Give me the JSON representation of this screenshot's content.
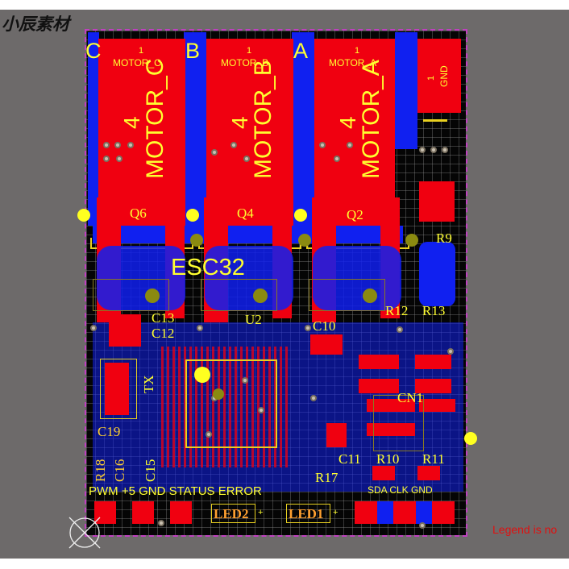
{
  "watermark": "小辰素材",
  "board": {
    "name": "ESC32",
    "phase_labels": [
      "C",
      "B",
      "A"
    ],
    "motor_pads": [
      {
        "pin_top": "1",
        "net": "MOTOR_C",
        "pin_bottom": "4",
        "designator": "MOTOR_C"
      },
      {
        "pin_top": "1",
        "net": "MOTOR_B",
        "pin_bottom": "4",
        "designator": "MOTOR_B"
      },
      {
        "pin_top": "1",
        "net": "MOTOR_A",
        "pin_bottom": "4",
        "designator": "MOTOR_A"
      }
    ],
    "gnd_pad": {
      "pin": "1",
      "net": "GND"
    },
    "designators": {
      "q6": "Q6",
      "q4": "Q4",
      "q2": "Q2",
      "r9": "R9",
      "r12": "R12",
      "r13": "R13",
      "u2": "U2",
      "c13": "C13",
      "c12": "C12",
      "c10": "C10",
      "tx": "TX",
      "c19": "C19",
      "cn1": "CN1",
      "c11": "C11",
      "r10": "R10",
      "r11": "R11",
      "r17": "R17",
      "r18": "R18",
      "c16": "C16",
      "c15": "C15"
    },
    "connector_labels": {
      "left": "PWM +5  GND STATUS ERROR",
      "right": "SDA CLK GND"
    },
    "leds": [
      {
        "label": "LED2",
        "polarity": "+"
      },
      {
        "label": "LED1",
        "polarity": "+"
      }
    ]
  },
  "status_text": "Legend is no",
  "colors": {
    "top_copper": "#f00010",
    "bottom_copper": "#1020f0",
    "silkscreen": "#ffff30",
    "board_outline": "#c040c0",
    "background": "#6d6a6a"
  }
}
